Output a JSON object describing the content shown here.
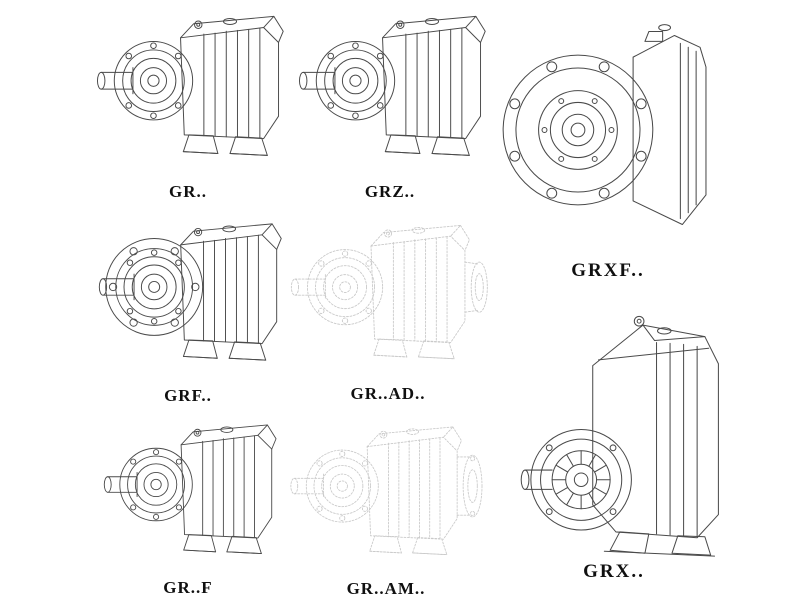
{
  "page": {
    "title": "Gear unit catalog drawings",
    "background": "#ffffff"
  },
  "colors": {
    "line": "#4a4a4a",
    "ghost_line": "#c9c9c9",
    "label": "#101010",
    "background": "#ffffff"
  },
  "figures": [
    {
      "id": "gr",
      "label": "GR..",
      "style": "solid",
      "view": "isometric-foot-mounted-gear-unit"
    },
    {
      "id": "grz",
      "label": "GRZ..",
      "style": "solid",
      "view": "isometric-foot-mounted-gear-unit"
    },
    {
      "id": "grxf",
      "label": "GRXF..",
      "style": "solid",
      "view": "front-flange-mounted-gear-unit"
    },
    {
      "id": "grf",
      "label": "GRF..",
      "style": "solid",
      "view": "isometric-flange-gear-unit"
    },
    {
      "id": "grad",
      "label": "GR..AD..",
      "style": "ghost",
      "view": "isometric-gear-unit-input-adapter"
    },
    {
      "id": "grff",
      "label": "GR..F",
      "style": "solid",
      "view": "isometric-foot-mounted-gear-unit"
    },
    {
      "id": "gram",
      "label": "GR..AM..",
      "style": "ghost",
      "view": "isometric-gear-unit-motor-adapter"
    },
    {
      "id": "grx",
      "label": "GRX..",
      "style": "solid",
      "view": "isometric-large-gear-unit"
    }
  ]
}
